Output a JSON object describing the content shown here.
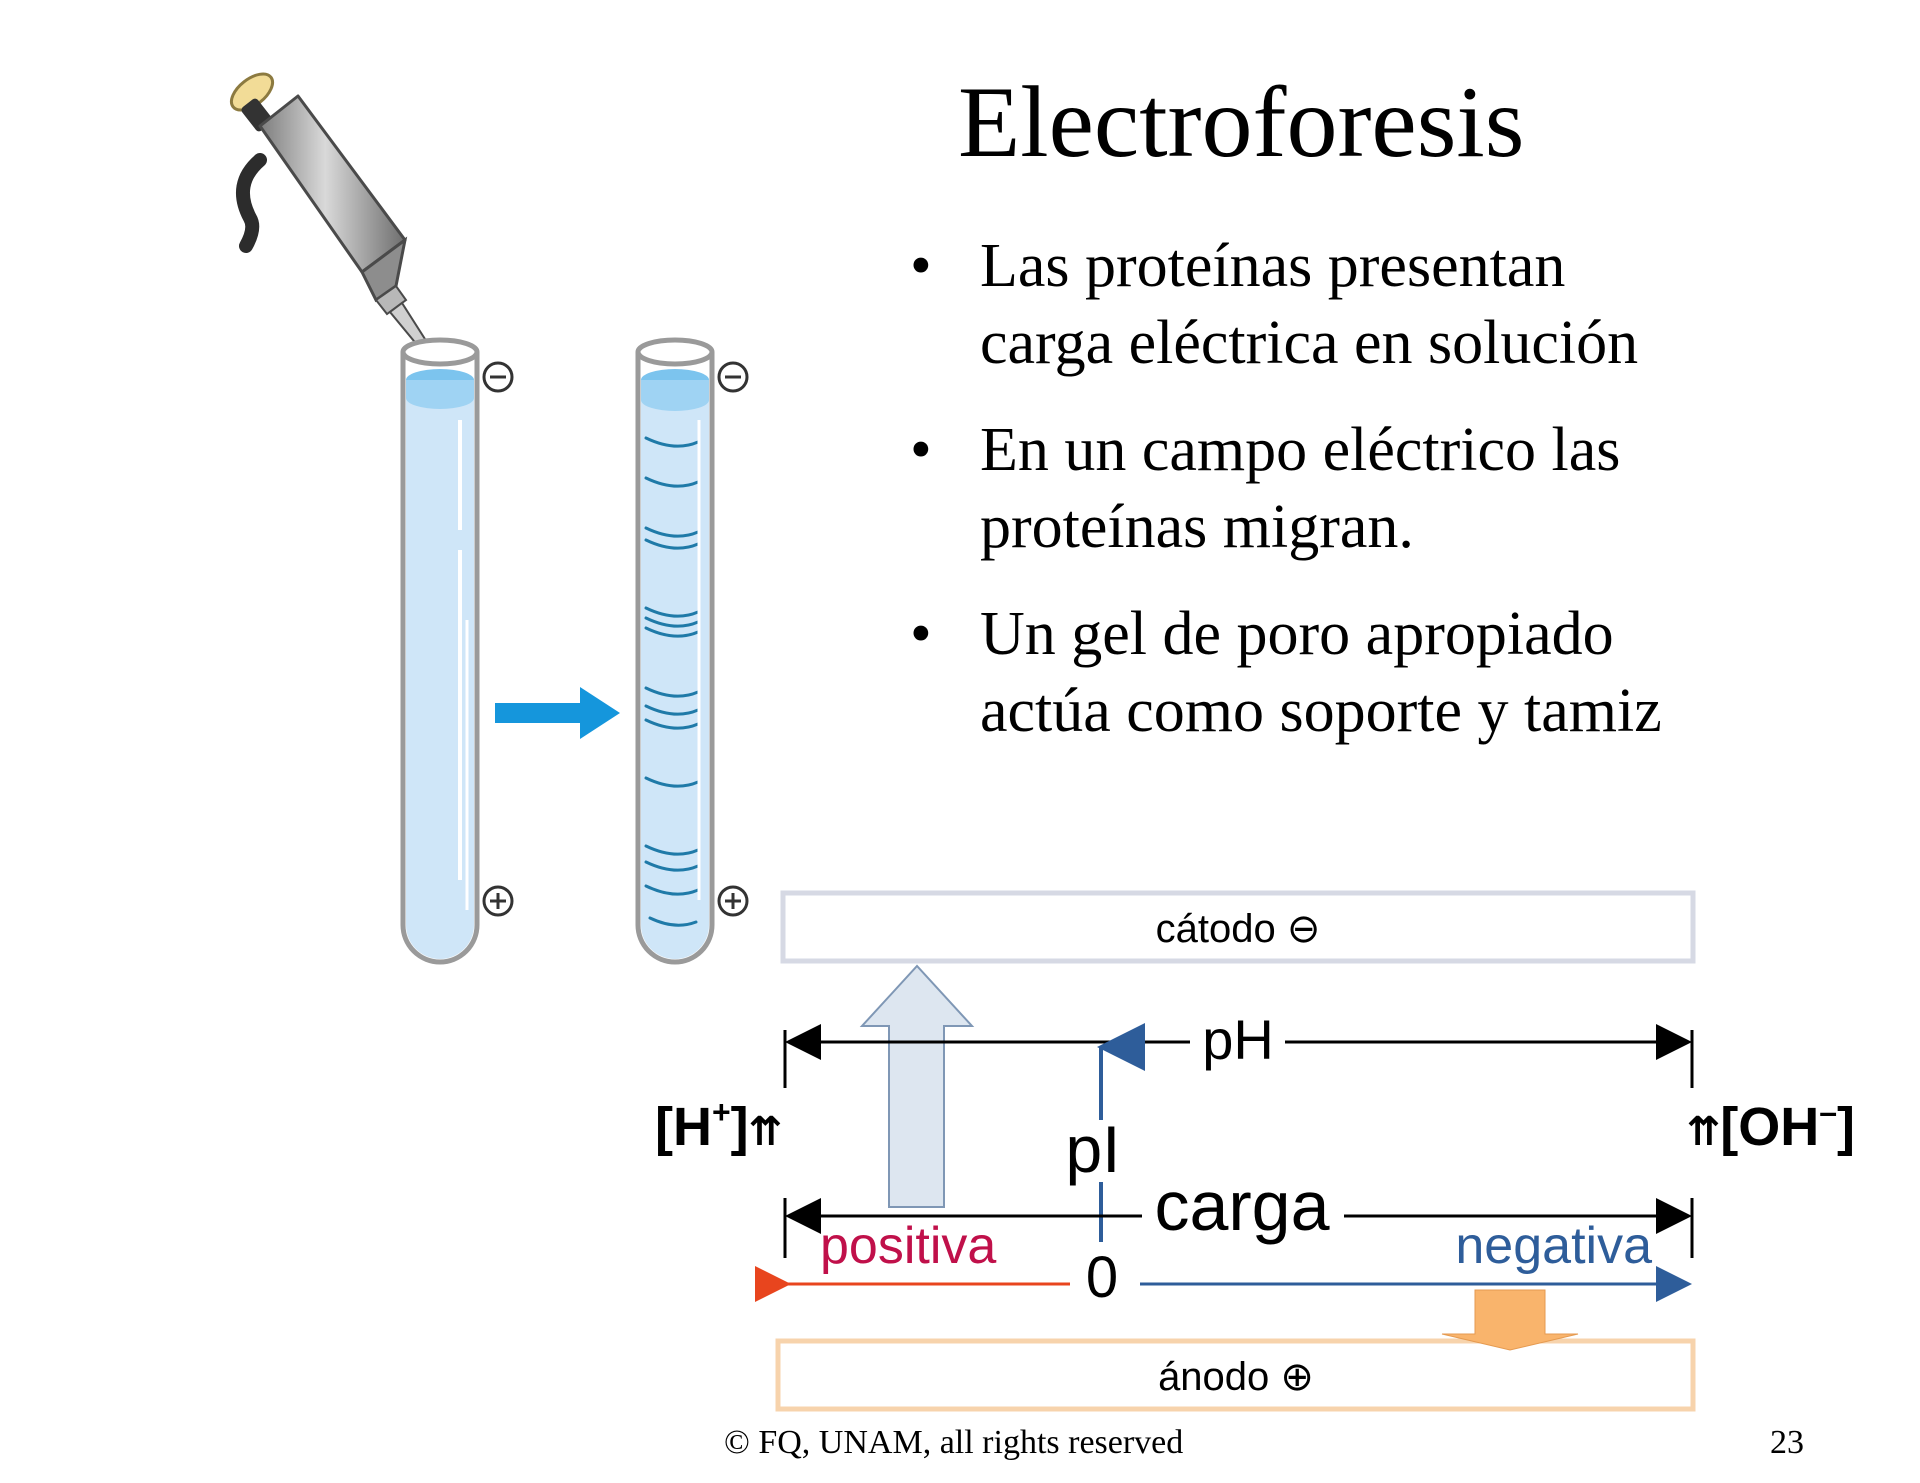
{
  "slide": {
    "title": "Electroforesis",
    "bullets": [
      {
        "marker": "•",
        "line1": "Las proteínas presentan",
        "line2": "carga eléctrica en solución"
      },
      {
        "marker": "•",
        "line1": "En un campo eléctrico las",
        "line2": "proteínas migran."
      },
      {
        "marker": "•",
        "line1": "Un gel de poro apropiado",
        "line2": "actúa como soporte y tamiz"
      }
    ],
    "footer": {
      "copyright": "© FQ, UNAM, all rights reserved",
      "page_number": "23"
    }
  },
  "illustration": {
    "tube_top_sign": "⊖",
    "tube_bottom_sign": "⊕",
    "icons": [
      "micropipette-icon",
      "test-tube-icon",
      "right-arrow-icon"
    ],
    "colors": {
      "gel": "#cfe6f8",
      "gel_top": "#7cc4ee",
      "band": "#1f7aa8",
      "arrow": "#1596dc"
    }
  },
  "diagram": {
    "cathode_label": "cátodo ⊖",
    "anode_label": "ánodo ⊕",
    "ph_label": "pH",
    "pi_label": "pI",
    "charge_label": "carga",
    "zero_label": "0",
    "positive_label": "positiva",
    "negative_label": "negativa",
    "h_left": "[H",
    "h_sup": "+",
    "h_right": "]",
    "oh_left": "[OH",
    "oh_sup": "–",
    "oh_right": "]",
    "double_arrow": "⇈",
    "colors": {
      "cathode_border": "#d6d9e4",
      "anode_border": "#f7d3ac",
      "up_arrow": "#dde6f0",
      "up_arrow_border": "#7f97b5",
      "down_arrow": "#f9b46c",
      "positive": "#c0104a",
      "positive_arrow": "#e8451e",
      "negative": "#2e5d9a",
      "pi_arrow": "#2e5d9a"
    }
  }
}
